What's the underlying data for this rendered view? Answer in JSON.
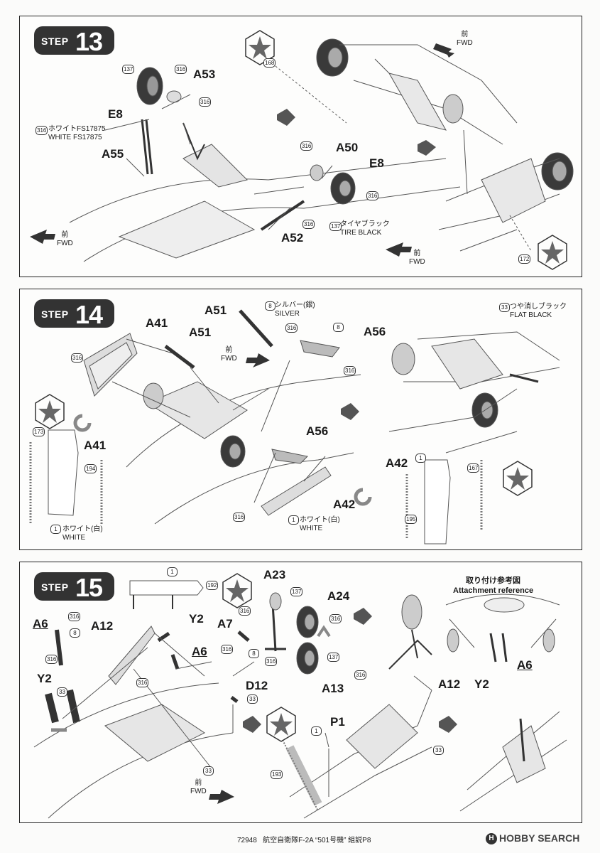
{
  "steps": [
    {
      "label": "STEP",
      "number": "13"
    },
    {
      "label": "STEP",
      "number": "14"
    },
    {
      "label": "STEP",
      "number": "15"
    }
  ],
  "step13": {
    "parts": {
      "a53": "A53",
      "e8_left": "E8",
      "a55": "A55",
      "a50": "A50",
      "e8_right": "E8",
      "a52": "A52"
    },
    "callouts": {
      "c137a": "137",
      "c316a": "316",
      "c316b": "316",
      "c316c": "316",
      "c316d": "316",
      "c316e": "316",
      "c316f": "316",
      "c137b": "137",
      "c168": "168",
      "c172": "172"
    },
    "white_jp": "ホワイトFS17875",
    "white_en": "WHITE FS17875",
    "tire_jp": "タイヤブラック",
    "tire_en": "TIRE BLACK",
    "fwd_jp": "前",
    "fwd_en": "FWD"
  },
  "step14": {
    "parts": {
      "a51_top": "A51",
      "a41_top": "A41",
      "a51_mid": "A51",
      "a56_top": "A56",
      "a41_decal": "A41",
      "a56_mid": "A56",
      "a42_mid": "A42",
      "a42_decal": "A42"
    },
    "callouts": {
      "c8a": "8",
      "c316a": "316",
      "c8b": "8",
      "c316b": "316",
      "c316c": "316",
      "c33": "33",
      "c173": "173",
      "c194": "194",
      "c1a": "1",
      "c316d": "316",
      "c1b": "1",
      "c1c": "1",
      "c167": "167",
      "c195": "195"
    },
    "silver_jp": "シルバー(銀)",
    "silver_en": "SILVER",
    "flat_jp": "つや消しブラック",
    "flat_en": "FLAT BLACK",
    "white_jp": "ホワイト(白)",
    "white_en": "WHITE",
    "fwd_jp": "前",
    "fwd_en": "FWD"
  },
  "step15": {
    "parts": {
      "a6_left": "A6",
      "a12": "A12",
      "y2_top": "Y2",
      "a6_mid": "A6",
      "y2_left": "Y2",
      "a7": "A7",
      "a23": "A23",
      "a24": "A24",
      "d12": "D12",
      "a13": "A13",
      "p1": "P1",
      "a12_ref": "A12",
      "y2_ref": "Y2",
      "a6_ref": "A6"
    },
    "callouts": {
      "c1a": "1",
      "c192": "192",
      "c316a": "316",
      "c8a": "8",
      "c316b": "316",
      "c33a": "33",
      "c316c": "316",
      "c316d": "316",
      "c316e": "316",
      "c8b": "8",
      "c316f": "316",
      "c137a": "137",
      "c316g": "316",
      "c137b": "137",
      "c33b": "33",
      "c316h": "316",
      "c193": "193",
      "c1b": "1",
      "c33c": "33",
      "c33d": "33"
    },
    "ref_jp": "取り付け参考図",
    "ref_en": "Attachment reference",
    "fwd_jp": "前",
    "fwd_en": "FWD"
  },
  "footer": {
    "code": "72948",
    "title": "航空自衛隊F-2A “501号機” 組説P8"
  },
  "watermark": {
    "logo": "H",
    "text": "HOBBY SEARCH"
  },
  "colors": {
    "frame": "#222222",
    "badge": "#333333",
    "arrow": "#555555"
  }
}
